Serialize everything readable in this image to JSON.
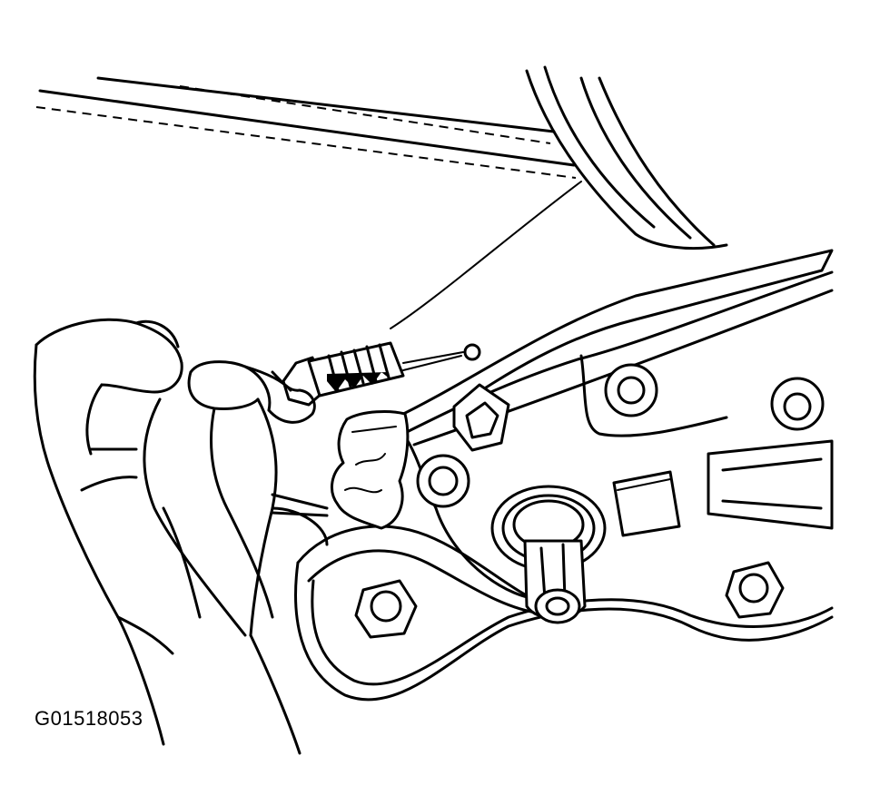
{
  "figure": {
    "code": "G01518053"
  },
  "drawing": {
    "parts": [
      "hand",
      "cable-end-fitting",
      "retaining-clip",
      "mounting-plate",
      "mounting-bolts",
      "pivot-shaft",
      "seat-trim"
    ]
  }
}
